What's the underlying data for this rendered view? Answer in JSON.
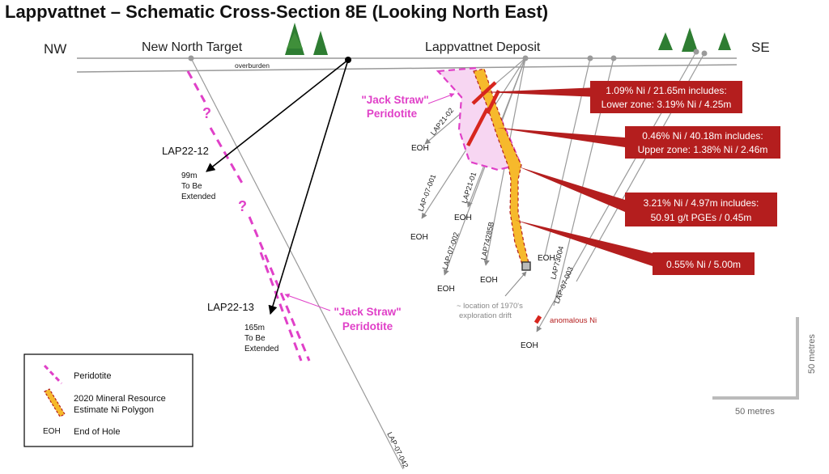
{
  "title": "Lappvattnet – Schematic Cross-Section 8E (Looking North East)",
  "direction_left": "NW",
  "direction_right": "SE",
  "target_left": "New North Target",
  "target_right": "Lappvattnet Deposit",
  "overburden": "overburden",
  "question_mark": "?",
  "peridotite_right": {
    "line1": "\"Jack Straw\"",
    "line2": "Peridotite"
  },
  "peridotite_left": {
    "line1": "\"Jack Straw\"",
    "line2": "Peridotite"
  },
  "holes": {
    "lap22_12": "LAP22-12",
    "lap22_13": "LAP22-13",
    "lap21_02": "LAP21-02",
    "lap21_01": "LAP21-01",
    "lap07_001": "LAP-07-001",
    "lap07_002": "LAP-07-002",
    "lap07_003": "LAP-07-003",
    "lap07_042": "LAP-07-042",
    "lap74285b": "LAP74285B",
    "lap73004": "LAP73004"
  },
  "lap22_12_note": {
    "l1": "99m",
    "l2": "To Be",
    "l3": "Extended"
  },
  "lap22_13_note": {
    "l1": "165m",
    "l2": "To Be",
    "l3": "Extended"
  },
  "eoh": "EOH",
  "callouts": {
    "c1": {
      "line1": "1.09% Ni / 21.65m includes:",
      "line2": "Lower zone: 3.19% Ni / 4.25m"
    },
    "c2": {
      "line1": "0.46% Ni / 40.18m includes:",
      "line2": "Upper zone: 1.38% Ni / 2.46m"
    },
    "c3": {
      "line1": "3.21% Ni / 4.97m includes:",
      "line2": "50.91 g/t PGEs / 0.45m"
    },
    "c4": {
      "line1": "0.55% Ni / 5.00m"
    }
  },
  "drift_note": {
    "line1": "~ location of 1970's",
    "line2": "exploration drift"
  },
  "anomalous": "anomalous Ni",
  "scale": {
    "vertical": "50 metres",
    "horizontal": "50 metres"
  },
  "legend": {
    "peridotite": "Peridotite",
    "resource_line1": "2020 Mineral Resource",
    "resource_line2": "Estimate Ni Polygon",
    "eoh_key": "EOH",
    "eoh_label": "End of Hole"
  },
  "colors": {
    "peridotite": "#e040c8",
    "peridotite_fill": "#f7d6f2",
    "callout_red": "#b41e1e",
    "resource_yellow": "#f6b92c",
    "intercept_red": "#d7261e",
    "tree": "#2e7d32",
    "hole_gray": "#9a9a9a",
    "label_gray": "#666666"
  }
}
